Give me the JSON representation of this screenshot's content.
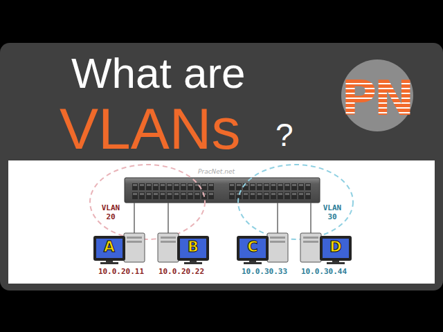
{
  "diagram": {
    "title": "What are",
    "nodes": [
      {
        "text": [
          "VLAN 20"
        ]
      },
      {
        "text": [
          "VLAN 30"
        ]
      },
      {
        "text": [
          "A",
          "10.0.20.11"
        ]
      },
      {
        "text": [
          "B",
          "10.0.20.22"
        ]
      },
      {
        "text": [
          "C",
          "10.0.30.33"
        ]
      },
      {
        "text": [
          "D",
          "10.0.30.44"
        ]
      }
    ],
    "labels": [
      "VLANs",
      "?",
      "PN",
      "PracNet.net"
    ]
  }
}
